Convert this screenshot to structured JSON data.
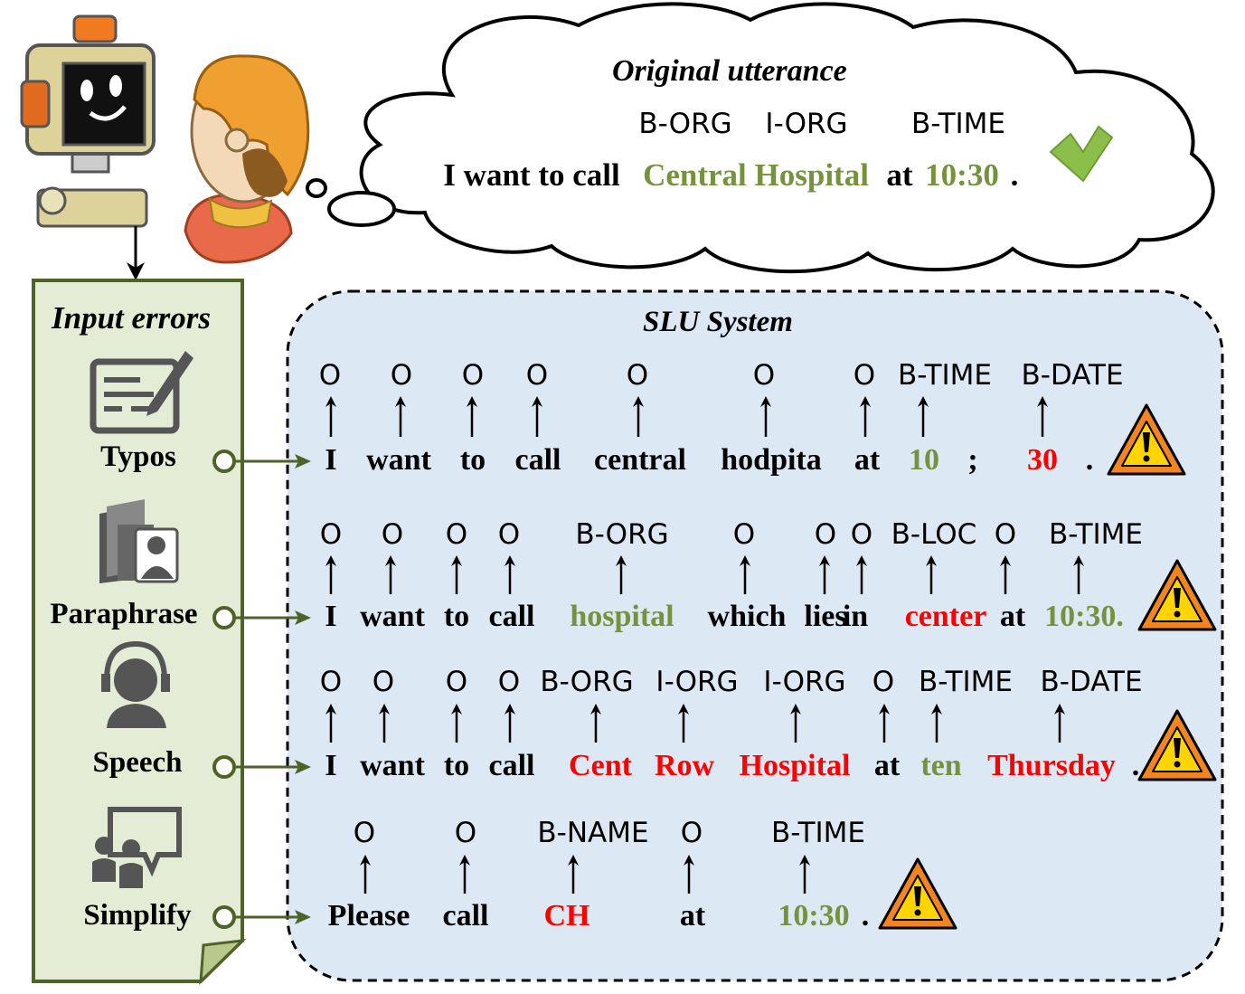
{
  "original": {
    "title": "Original utterance",
    "labels": [
      {
        "text": "B-ORG"
      },
      {
        "text": "I-ORG"
      },
      {
        "text": "B-TIME"
      }
    ],
    "sentence": [
      {
        "text": "I want to call",
        "color": "black"
      },
      {
        "text": "Central Hospital",
        "color": "green"
      },
      {
        "text": "at",
        "color": "black"
      },
      {
        "text": "10:30",
        "color": "green"
      },
      {
        "text": ".",
        "color": "black"
      }
    ]
  },
  "errors_panel": {
    "title": "Input errors",
    "items": [
      {
        "name": "Typos",
        "icon": "pen-edit-icon"
      },
      {
        "name": "Paraphrase",
        "icon": "book-person-icon"
      },
      {
        "name": "Speech",
        "icon": "headset-person-icon"
      },
      {
        "name": "Simplify",
        "icon": "chat-people-icon"
      }
    ]
  },
  "slu": {
    "title": "SLU System",
    "rows": [
      {
        "tokens": [
          {
            "text": "I",
            "color": "black"
          },
          {
            "text": "want",
            "color": "black"
          },
          {
            "text": "to",
            "color": "black"
          },
          {
            "text": "call",
            "color": "black"
          },
          {
            "text": "central",
            "color": "black"
          },
          {
            "text": "hodpita",
            "color": "black"
          },
          {
            "text": "at",
            "color": "black"
          },
          {
            "text": "10",
            "color": "green"
          },
          {
            "text": ";",
            "color": "black"
          },
          {
            "text": "30",
            "color": "red"
          },
          {
            "text": ".",
            "color": "black"
          }
        ],
        "labels": [
          "O",
          "O",
          "O",
          "O",
          "O",
          "O",
          "O",
          "B-TIME",
          "B-DATE"
        ]
      },
      {
        "tokens": [
          {
            "text": "I",
            "color": "black"
          },
          {
            "text": "want",
            "color": "black"
          },
          {
            "text": "to",
            "color": "black"
          },
          {
            "text": "call",
            "color": "black"
          },
          {
            "text": "hospital",
            "color": "green"
          },
          {
            "text": "which",
            "color": "black"
          },
          {
            "text": "lies",
            "color": "black"
          },
          {
            "text": "in",
            "color": "black"
          },
          {
            "text": "center",
            "color": "red"
          },
          {
            "text": "at",
            "color": "black"
          },
          {
            "text": "10:30.",
            "color": "green"
          }
        ],
        "labels": [
          "O",
          "O",
          "O",
          "O",
          "B-ORG",
          "O",
          "O",
          "O",
          "B-LOC",
          "O",
          "B-TIME"
        ]
      },
      {
        "tokens": [
          {
            "text": "I",
            "color": "black"
          },
          {
            "text": "want",
            "color": "black"
          },
          {
            "text": "to",
            "color": "black"
          },
          {
            "text": "call",
            "color": "black"
          },
          {
            "text": "Cent",
            "color": "red"
          },
          {
            "text": "Row",
            "color": "red"
          },
          {
            "text": "Hospital",
            "color": "red"
          },
          {
            "text": "at",
            "color": "black"
          },
          {
            "text": "ten",
            "color": "green"
          },
          {
            "text": "Thursday",
            "color": "red"
          },
          {
            "text": ".",
            "color": "black"
          }
        ],
        "labels": [
          "O",
          "O",
          "O",
          "O",
          "B-ORG",
          "I-ORG",
          "I-ORG",
          "O",
          "B-TIME",
          "B-DATE"
        ]
      },
      {
        "tokens": [
          {
            "text": "Please",
            "color": "black"
          },
          {
            "text": "call",
            "color": "black"
          },
          {
            "text": "CH",
            "color": "red"
          },
          {
            "text": "at",
            "color": "black"
          },
          {
            "text": "10:30",
            "color": "green"
          },
          {
            "text": ".",
            "color": "black"
          }
        ],
        "labels": [
          "O",
          "O",
          "B-NAME",
          "O",
          "B-TIME"
        ]
      }
    ]
  },
  "colors": {
    "green": "#76923c",
    "red": "#ff0000",
    "panel_fill": "#e4ecd6",
    "panel_border": "#4f6228",
    "slu_fill": "#dce8f4",
    "warning_fill": "#f2851f",
    "warning_inner": "#ffd400",
    "check": "#8bbf4a",
    "connector": "#4f6228"
  }
}
